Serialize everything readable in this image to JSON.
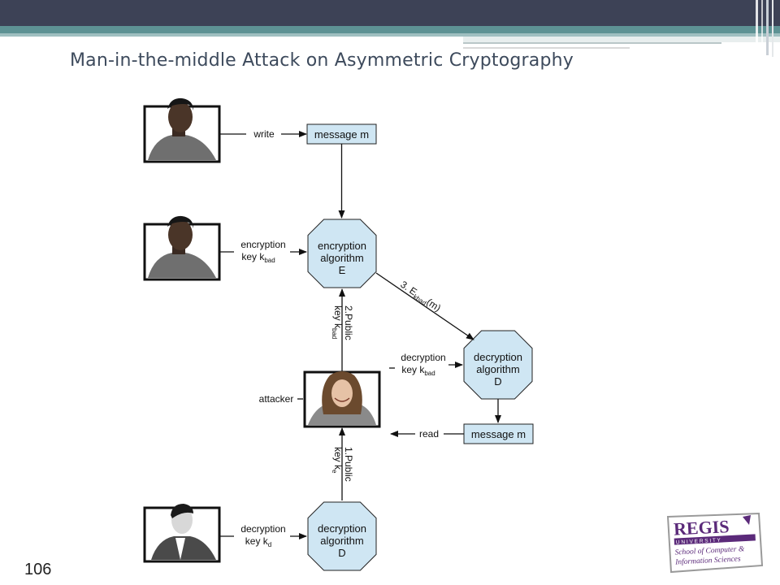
{
  "slide": {
    "title": "Man-in-the-middle Attack on Asymmetric Cryptography",
    "page_number": "106"
  },
  "diagram": {
    "write_label": "write",
    "message_top": "message m",
    "enc_key_line1": "encryption",
    "enc_key_line2": "key k",
    "enc_key_sub": "bad",
    "enc_algo_line1": "encryption",
    "enc_algo_line2": "algorithm",
    "enc_algo_line3": "E",
    "step3_prefix": "3. E",
    "step3_sub": "kbad",
    "step3_suffix": "(m)",
    "step2_line1": "2.Public",
    "step2_line2": "key k",
    "step2_sub": "bad",
    "attacker_label": "attacker",
    "dec_key_mid_line1": "decryption",
    "dec_key_mid_line2": "key k",
    "dec_key_mid_sub": "bad",
    "dec_algo_mid_line1": "decryption",
    "dec_algo_mid_line2": "algorithm",
    "dec_algo_mid_line3": "D",
    "read_label": "read",
    "message_bottom": "message m",
    "step1_line1": "1.Public",
    "step1_line2": "key k",
    "step1_sub": "e",
    "dec_key_bottom_line1": "decryption",
    "dec_key_bottom_line2": "key k",
    "dec_key_bottom_sub": "d",
    "dec_algo_bottom_line1": "decryption",
    "dec_algo_bottom_line2": "algorithm",
    "dec_algo_bottom_line3": "D"
  },
  "logo": {
    "name": "REGIS",
    "university": "U N I V E R S I T Y",
    "school_line1": "School of Computer &",
    "school_line2": "Information Sciences"
  },
  "colors": {
    "topbar_dark": "#3d4256",
    "topbar_teal": "#5e9294",
    "box_fill": "#cfe6f3",
    "logo_purple": "#5b2a7a"
  }
}
